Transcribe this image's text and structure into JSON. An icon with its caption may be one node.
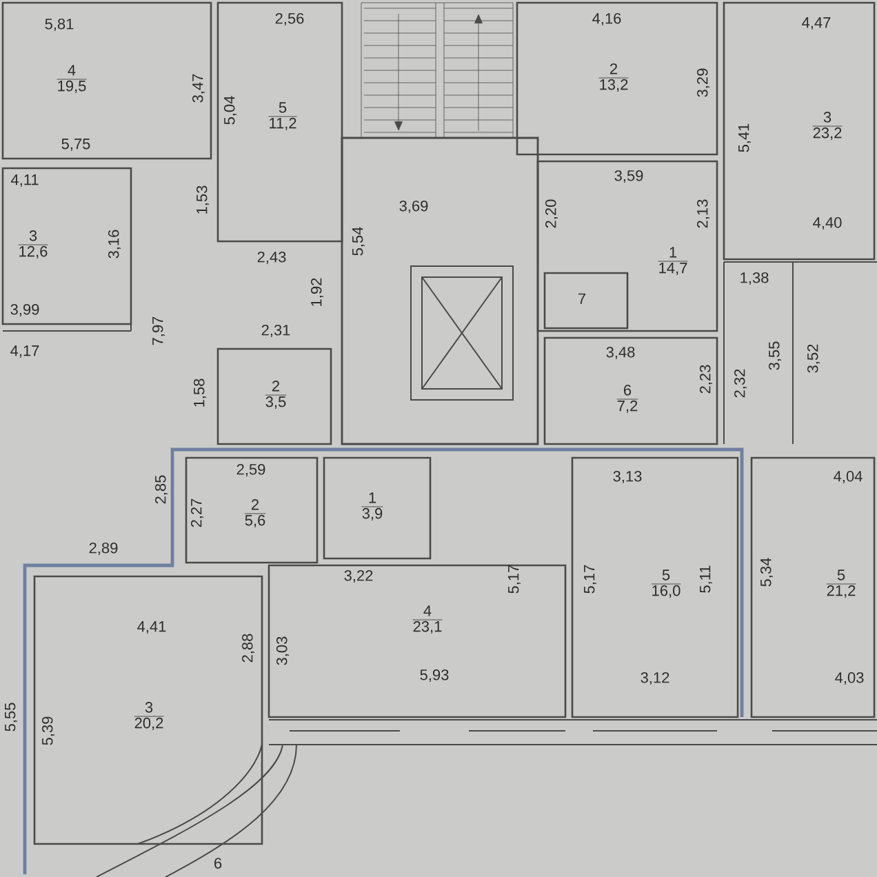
{
  "diagram": {
    "nodes": [
      {
        "text": [
          "4",
          "19,5"
        ]
      },
      {
        "text": [
          "5",
          "11,2"
        ]
      },
      {
        "text": [
          "2",
          "13,2"
        ]
      },
      {
        "text": [
          "3",
          "23,2"
        ]
      },
      {
        "text": [
          "3",
          "12,6"
        ]
      },
      {
        "text": [
          "1",
          "14,7"
        ]
      },
      {
        "text": [
          "7"
        ],
        "in": 5
      },
      {
        "text": [
          "2",
          "3,5"
        ]
      },
      {
        "text": [
          "6",
          "7,2"
        ]
      },
      {
        "text": [
          "2",
          "5,6"
        ]
      },
      {
        "text": [
          "1",
          "3,9"
        ]
      },
      {
        "text": [
          "5",
          "16,0"
        ]
      },
      {
        "text": [
          "5",
          "21,2"
        ]
      },
      {
        "text": [
          "4",
          "23,1"
        ]
      },
      {
        "text": [
          "3",
          "20,2"
        ]
      }
    ],
    "labels": [
      "2,56",
      "4,16",
      "4,47",
      "5,81",
      "3,29",
      "3,47",
      "5,04",
      "5,41",
      "5,75",
      "3,59",
      "4,11",
      "1,53",
      "3,69",
      "2,20",
      "2,13",
      "4,40",
      "3,16",
      "5,54",
      "2,43",
      "1,38",
      "1,92",
      "3,99",
      "7,97",
      "2,31",
      "3,48",
      "4,17",
      "3,55",
      "3,52",
      "2,23",
      "2,32",
      "1,58",
      "2,59",
      "3,13",
      "4,04",
      "2,85",
      "2,27",
      "2,89",
      "3,22",
      "5,17",
      "5,17",
      "5,11",
      "5,34",
      "4,41",
      "2,88",
      "3,03",
      "5,93",
      "3,12",
      "4,03",
      "5,55",
      "5,39",
      "6"
    ]
  }
}
